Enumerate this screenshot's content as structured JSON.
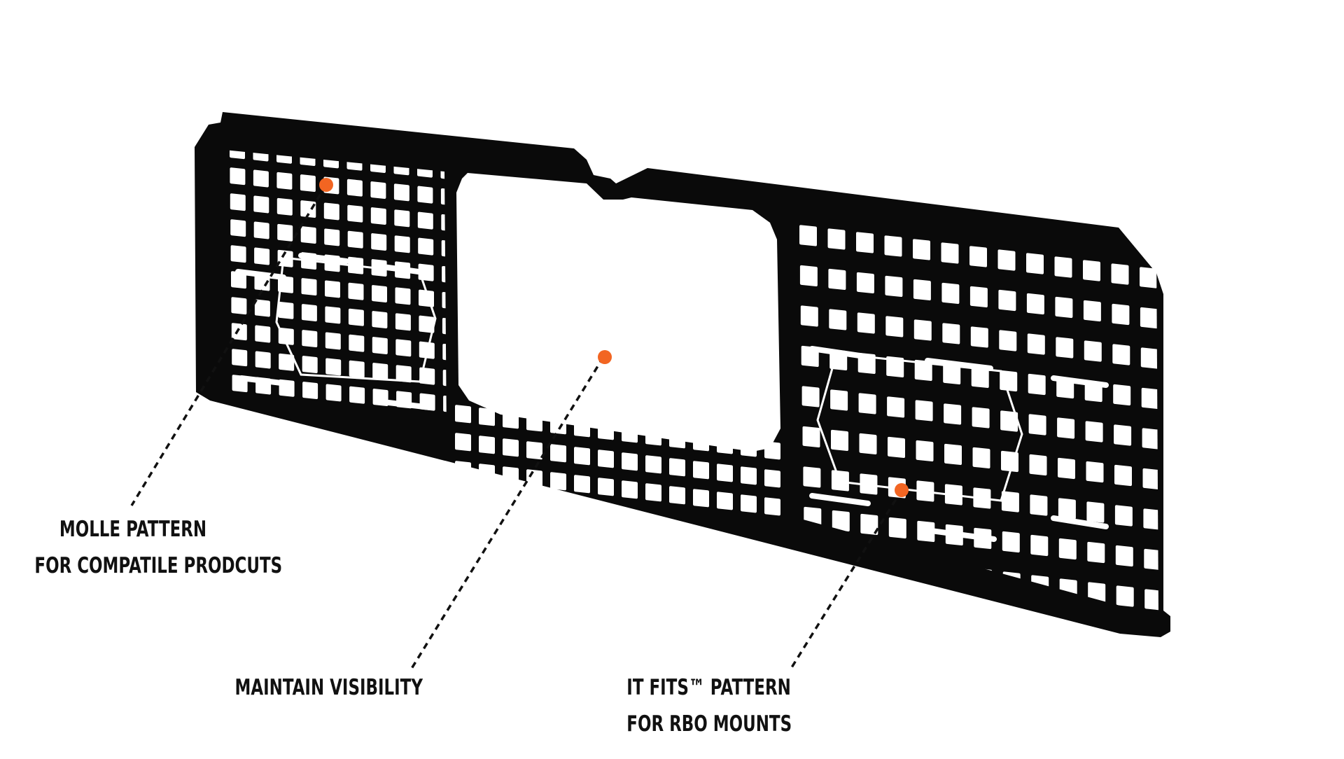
{
  "colors": {
    "panel": "#0a0a0a",
    "marker": "#f26522",
    "leader": "#111111",
    "text": "#111111",
    "background": "#ffffff"
  },
  "callouts": [
    {
      "id": "molle",
      "lines": [
        "MOLLE PATTERN",
        "FOR COMPATILE PRODCUTS"
      ]
    },
    {
      "id": "visibility",
      "lines": [
        "MAINTAIN VISIBILITY"
      ]
    },
    {
      "id": "itfits",
      "lines": [
        "IT FITS™ PATTERN",
        "FOR RBO MOUNTS"
      ]
    }
  ]
}
